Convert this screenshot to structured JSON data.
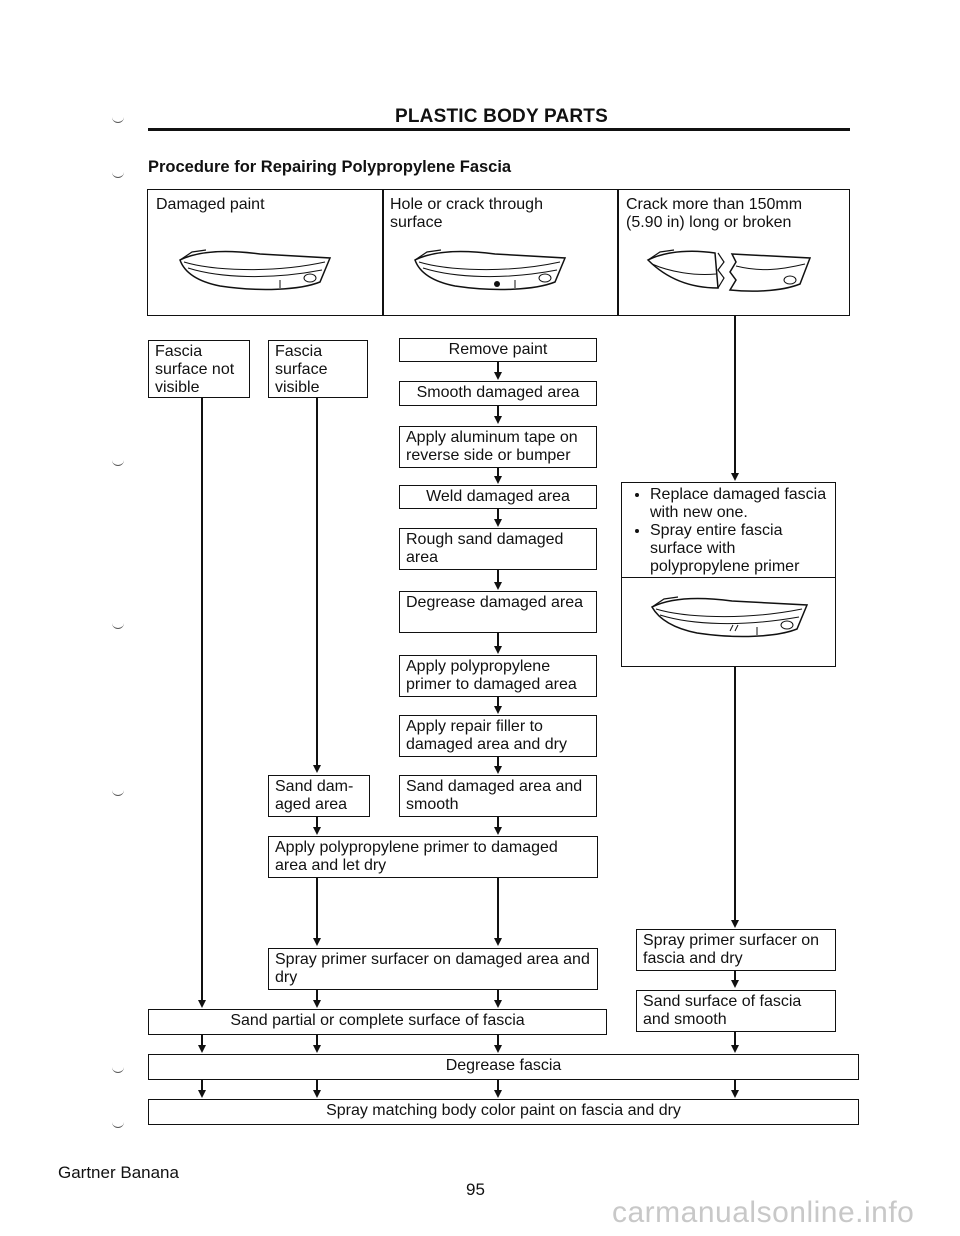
{
  "header": {
    "title": "PLASTIC BODY PARTS"
  },
  "subtitle": "Procedure for Repairing Polypropylene Fascia",
  "top_row": {
    "damaged_paint": "Damaged paint",
    "hole_crack": "Hole or crack through surface",
    "crack_150": "Crack more than 150mm (5.90 in) long or broken"
  },
  "left_boxes": {
    "not_visible": "Fascia surface not visible",
    "visible": "Fascia surface visible",
    "sand_dam": "Sand dam- aged area"
  },
  "middle_steps": [
    "Remove paint",
    "Smooth damaged area",
    "Apply aluminum tape on reverse side or bumper",
    "Weld damaged area",
    "Rough sand damaged area",
    "Degrease damaged area",
    "Apply polypropylene primer to damaged area",
    "Apply repair filler to damaged area and dry",
    "Sand damaged area and smooth"
  ],
  "merged_steps": {
    "apply_primer": "Apply polypropylene primer to damaged area and let dry",
    "spray_surfacer": "Spray primer surfacer on damaged area and dry",
    "sand_partial": "Sand partial or complete surface of fascia"
  },
  "right_column": {
    "bullets": [
      "Replace damaged fascia with new one.",
      "Spray entire fascia surface with polypropylene primer"
    ],
    "spray_surfacer": "Spray primer surfacer on fascia and dry",
    "sand_surface": "Sand surface of fascia and smooth"
  },
  "bottom": {
    "degrease": "Degrease fascia",
    "spray_paint": "Spray matching body color paint on fascia and dry"
  },
  "footer": {
    "left": "Gartner Banana",
    "page": "95",
    "watermark": "carmanualsonline.info"
  }
}
